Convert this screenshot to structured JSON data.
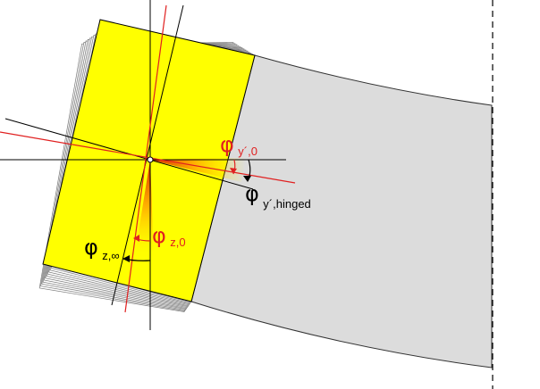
{
  "colors": {
    "section": "#ffff00",
    "beam": "#dcdcdc",
    "red": "#e02020",
    "black": "#000000",
    "shadow": "#7a7a7a"
  },
  "labels": {
    "phi_y_0": {
      "symbol": "φ",
      "subscript": "y´,0"
    },
    "phi_y_hinged": {
      "symbol": "φ",
      "subscript": "y´,hinged"
    },
    "phi_z_0": {
      "symbol": "φ",
      "subscript": "z,0"
    },
    "phi_z_inf": {
      "symbol": "φ",
      "subscript": "z,∞"
    }
  }
}
